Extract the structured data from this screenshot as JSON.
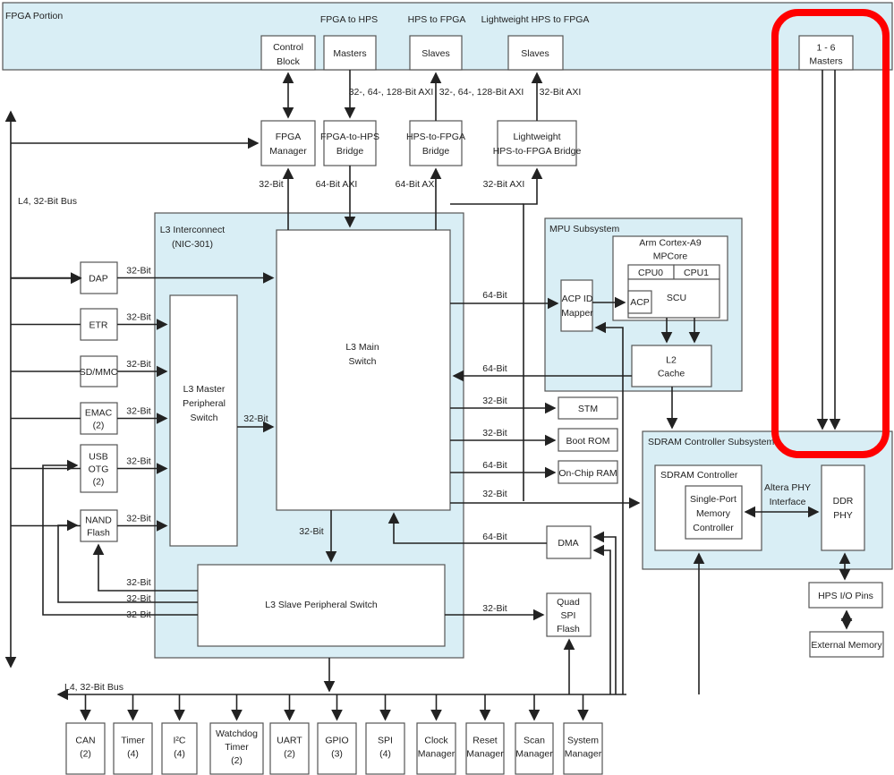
{
  "fpga": {
    "title": "FPGA Portion",
    "h_f2h": "FPGA to HPS",
    "h_h2f": "HPS to FPGA",
    "h_lw": "Lightweight HPS to FPGA",
    "control": [
      "Control",
      "Block"
    ],
    "masters": "Masters",
    "slaves1": "Slaves",
    "slaves2": "Slaves",
    "m16": [
      "1 - 6",
      "Masters"
    ]
  },
  "bridges": {
    "mgr": [
      "FPGA",
      "Manager"
    ],
    "f2h": [
      "FPGA-to-HPS",
      "Bridge"
    ],
    "h2f": [
      "HPS-to-FPGA",
      "Bridge"
    ],
    "lw": [
      "Lightweight",
      "HPS-to-FPGA Bridge"
    ]
  },
  "links": {
    "axi_a": "32-, 64-, 128-Bit AXI",
    "axi_b": "32-, 64-, 128-Bit AXI",
    "axi32": "32-Bit AXI",
    "b32": "32-Bit",
    "b64a": "64-Bit AXI",
    "b64b": "64-Bit AXI",
    "b32axi": "32-Bit AXI",
    "bit32": "32-Bit",
    "bit64": "64-Bit"
  },
  "l4": {
    "label": "L4, 32-Bit Bus",
    "bottom": "L4, 32-Bit Bus"
  },
  "l3": {
    "title": [
      "L3 Interconnect",
      "(NIC-301)"
    ],
    "main": [
      "L3 Main",
      "Switch"
    ],
    "master": [
      "L3 Master",
      "Peripheral",
      "Switch"
    ],
    "slave": "L3 Slave Peripheral Switch"
  },
  "left": [
    {
      "n": "dap",
      "l": [
        "DAP"
      ]
    },
    {
      "n": "etr",
      "l": [
        "ETR"
      ]
    },
    {
      "n": "sdmmc",
      "l": [
        "SD/MMC"
      ]
    },
    {
      "n": "emac",
      "l": [
        "EMAC",
        "(2)"
      ]
    },
    {
      "n": "usb",
      "l": [
        "USB",
        "OTG",
        "(2)"
      ]
    },
    {
      "n": "nand",
      "l": [
        "NAND",
        "Flash"
      ]
    }
  ],
  "mpu": {
    "title": "MPU Subsystem",
    "arm": [
      "Arm Cortex-A9",
      "MPCore"
    ],
    "cpu0": "CPU0",
    "cpu1": "CPU1",
    "scu": "SCU",
    "acp": "ACP",
    "mapper": [
      "ACP ID",
      "Mapper"
    ],
    "l2": [
      "L2",
      "Cache"
    ]
  },
  "mid": {
    "stm": "STM",
    "rom": "Boot ROM",
    "ram": "On-Chip RAM",
    "dma": "DMA",
    "qspi": [
      "Quad",
      "SPI",
      "Flash"
    ]
  },
  "sdram": {
    "title": "SDRAM Controller Subsystem",
    "ctrl": "SDRAM Controller",
    "spmc": [
      "Single-Port",
      "Memory",
      "Controller"
    ],
    "phyif": [
      "Altera PHY",
      "Interface"
    ],
    "ddr": [
      "DDR",
      "PHY"
    ],
    "io": "HPS I/O Pins",
    "ext": "External Memory"
  },
  "bottom": [
    [
      "CAN",
      "(2)"
    ],
    [
      "Timer",
      "(4)"
    ],
    [
      "I²C",
      "(4)"
    ],
    [
      "Watchdog",
      "Timer",
      "(2)"
    ],
    [
      "UART",
      "(2)"
    ],
    [
      "GPIO",
      "(3)"
    ],
    [
      "SPI",
      "(4)"
    ],
    [
      "Clock",
      "Manager"
    ],
    [
      "Reset",
      "Manager"
    ],
    [
      "Scan",
      "Manager"
    ],
    [
      "System",
      "Manager"
    ]
  ],
  "colors": {
    "region": "#d9eef5",
    "highlight": "#ff0000"
  }
}
